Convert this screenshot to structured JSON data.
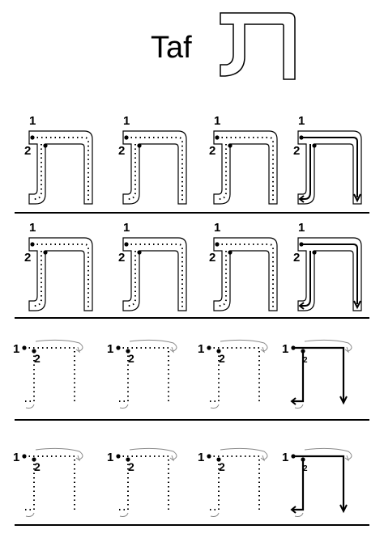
{
  "worksheet": {
    "title": "Taf",
    "letter": "ת",
    "stroke_numbers": [
      "1",
      "2"
    ]
  },
  "rows": [
    {
      "style": "outline",
      "cells": 4,
      "last_shows_arrows": true
    },
    {
      "style": "outline",
      "cells": 4,
      "last_shows_arrows": true
    },
    {
      "style": "dotted",
      "cells": 4,
      "last_shows_arrows": true
    },
    {
      "style": "dotted",
      "cells": 4,
      "last_shows_arrows": true
    }
  ]
}
